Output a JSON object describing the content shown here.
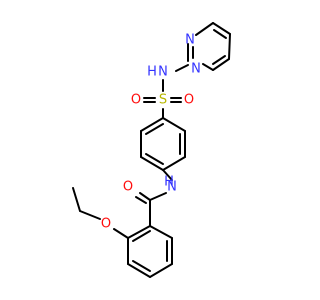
{
  "colors": {
    "bond": "#000000",
    "nitrogen": "#3333ff",
    "oxygen": "#ff0d0d",
    "sulfur": "#b8b800"
  },
  "molecule": {
    "atoms": {
      "n_pym_top": "N",
      "n_pym_left": "N",
      "nh_sulfonamide": "N",
      "nh_sulfonamide_h": "H",
      "sulfur": "S",
      "o_sulfonyl_left": "O",
      "o_sulfonyl_right": "O",
      "n_amide_h": "H",
      "n_amide": "N",
      "o_carbonyl": "O",
      "o_ether": "O"
    }
  }
}
